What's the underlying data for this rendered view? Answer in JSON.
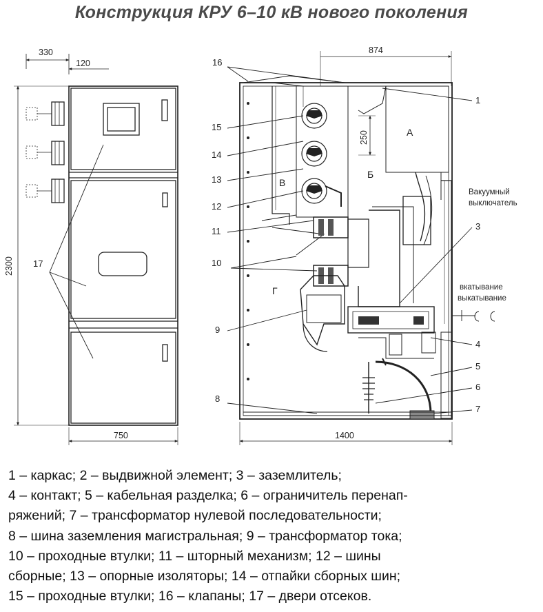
{
  "title": "Конструкция КРУ 6–10 кВ нового поколения",
  "dimensions": {
    "front_depth": "330",
    "front_offset": "120",
    "height": "2300",
    "front_width": "750",
    "side_top": "874",
    "side_depth": "1400",
    "busbar_spacing": "250"
  },
  "zones": {
    "a": "А",
    "b": "Б",
    "v": "В",
    "g": "Г"
  },
  "annotations": {
    "vacuum_breaker": [
      "Вакуумный",
      "выключатель"
    ],
    "rack_in": "вкатывание",
    "rack_out": "выкатывание"
  },
  "callouts": {
    "c1": "1",
    "c3": "3",
    "c4": "4",
    "c5": "5",
    "c6": "6",
    "c7": "7",
    "c8": "8",
    "c9": "9",
    "c10": "10",
    "c11": "11",
    "c12": "12",
    "c13": "13",
    "c14": "14",
    "c15": "15",
    "c16": "16",
    "c17": "17"
  },
  "legend": [
    [
      {
        "num": "1",
        "text": "каркас"
      },
      {
        "sep": "; "
      },
      {
        "num": "2",
        "text": "выдвижной элемент"
      },
      {
        "sep": "; "
      },
      {
        "num": "3",
        "text": "заземлитель"
      },
      {
        "sep": ";"
      }
    ],
    [
      {
        "num": "4",
        "text": "контакт"
      },
      {
        "sep": "; "
      },
      {
        "num": "5",
        "text": "кабельная разделка"
      },
      {
        "sep": "; "
      },
      {
        "num": "6",
        "text": "ограничитель перенап-"
      }
    ],
    [
      {
        "text": "ряжений"
      },
      {
        "sep": "; "
      },
      {
        "num": "7",
        "text": "трансформатор нулевой последовательности"
      },
      {
        "sep": ";"
      }
    ],
    [
      {
        "num": "8",
        "text": "шина заземления магистральная"
      },
      {
        "sep": "; "
      },
      {
        "num": "9",
        "text": "трансформатор тока"
      },
      {
        "sep": ";"
      }
    ],
    [
      {
        "num": "10",
        "text": "проходные втулки"
      },
      {
        "sep": "; "
      },
      {
        "num": "11",
        "text": "шторный механизм"
      },
      {
        "sep": "; "
      },
      {
        "num": "12",
        "text": "шины"
      }
    ],
    [
      {
        "text": "сборные"
      },
      {
        "sep": "; "
      },
      {
        "num": "13",
        "text": "опорные изоляторы"
      },
      {
        "sep": "; "
      },
      {
        "num": "14",
        "text": "отпайки сборных шин"
      },
      {
        "sep": ";"
      }
    ],
    [
      {
        "num": "15",
        "text": "проходные втулки"
      },
      {
        "sep": "; "
      },
      {
        "num": "16",
        "text": "клапаны"
      },
      {
        "sep": "; "
      },
      {
        "num": "17",
        "text": "двери отсеков"
      },
      {
        "sep": "."
      }
    ]
  ]
}
